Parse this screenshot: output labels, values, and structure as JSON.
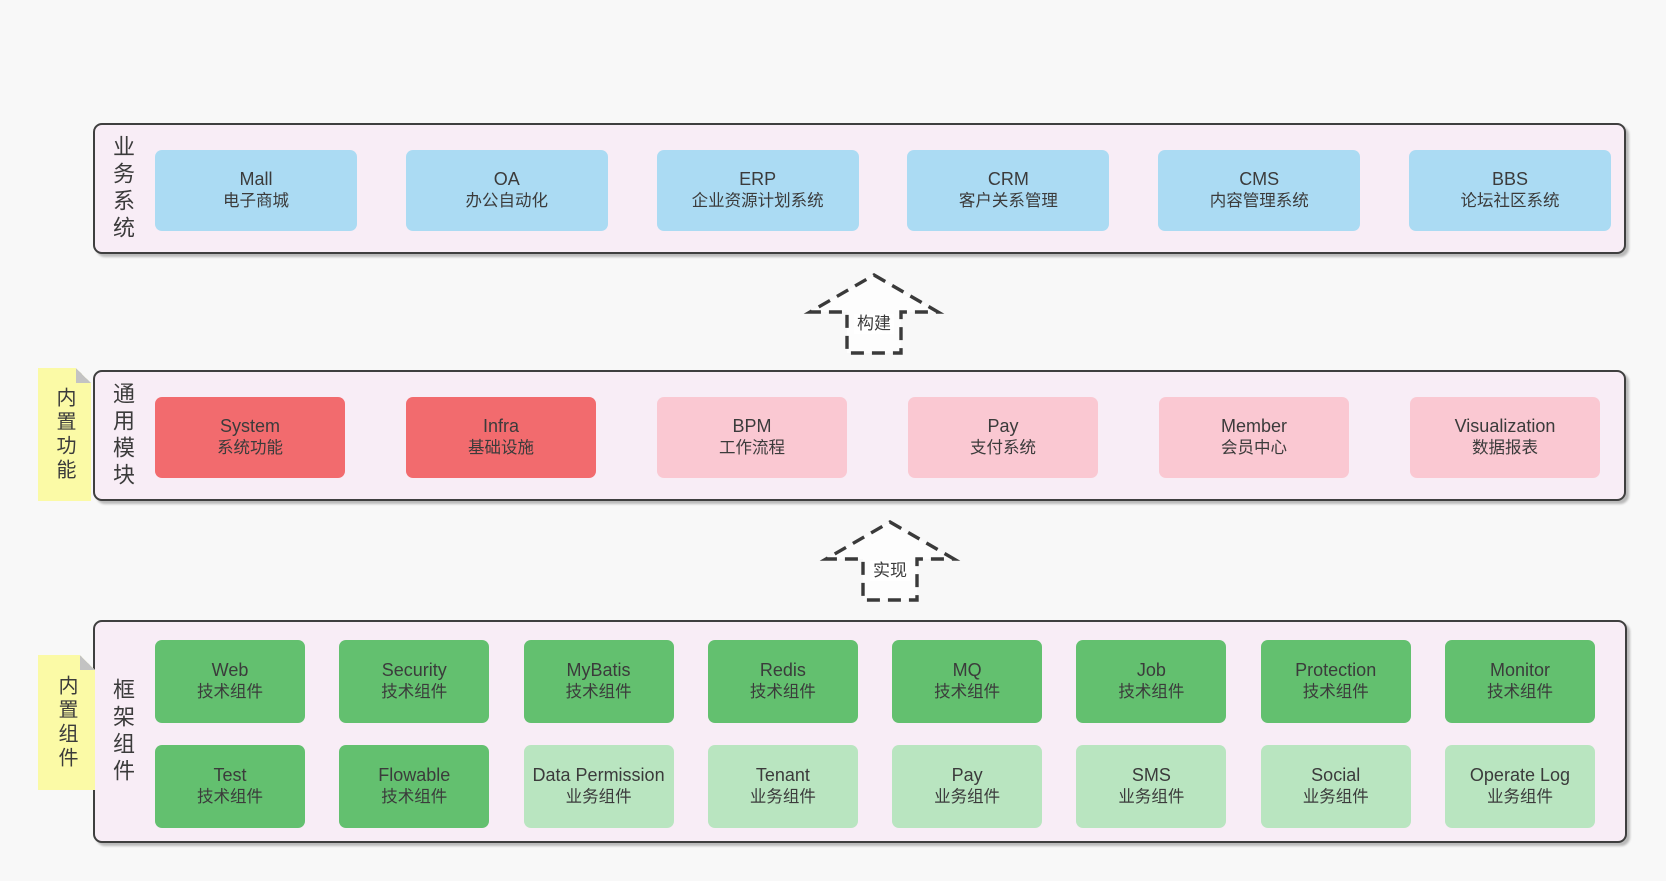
{
  "colors": {
    "page_background": "#f8f8f8",
    "layer_background": "#f8edf6",
    "layer_border": "#3f3f3f",
    "node_blue": "#abdbf3",
    "node_red": "#f26b6e",
    "node_pink": "#fac8d2",
    "node_green": "#63c06f",
    "node_lightgreen": "#b9e5c0",
    "sticky_yellow": "#fbfaa6",
    "text": "#3b3b3b"
  },
  "layers": [
    {
      "id": "business",
      "label": "业务系统",
      "boxes": [
        {
          "name": "Mall",
          "desc": "电子商城",
          "variant": "blue"
        },
        {
          "name": "OA",
          "desc": "办公自动化",
          "variant": "blue"
        },
        {
          "name": "ERP",
          "desc": "企业资源计划系统",
          "variant": "blue"
        },
        {
          "name": "CRM",
          "desc": "客户关系管理",
          "variant": "blue"
        },
        {
          "name": "CMS",
          "desc": "内容管理系统",
          "variant": "blue"
        },
        {
          "name": "BBS",
          "desc": "论坛社区系统",
          "variant": "blue"
        }
      ]
    },
    {
      "id": "modules",
      "label": "通用模块",
      "note": "内置功能",
      "boxes": [
        {
          "name": "System",
          "desc": "系统功能",
          "variant": "red"
        },
        {
          "name": "Infra",
          "desc": "基础设施",
          "variant": "red"
        },
        {
          "name": "BPM",
          "desc": "工作流程",
          "variant": "pink"
        },
        {
          "name": "Pay",
          "desc": "支付系统",
          "variant": "pink"
        },
        {
          "name": "Member",
          "desc": "会员中心",
          "variant": "pink"
        },
        {
          "name": "Visualization",
          "desc": "数据报表",
          "variant": "pink"
        }
      ]
    },
    {
      "id": "framework",
      "label": "框架组件",
      "note": "内置组件",
      "rows": [
        [
          {
            "name": "Web",
            "desc": "技术组件",
            "variant": "green"
          },
          {
            "name": "Security",
            "desc": "技术组件",
            "variant": "green"
          },
          {
            "name": "MyBatis",
            "desc": "技术组件",
            "variant": "green"
          },
          {
            "name": "Redis",
            "desc": "技术组件",
            "variant": "green"
          },
          {
            "name": "MQ",
            "desc": "技术组件",
            "variant": "green"
          },
          {
            "name": "Job",
            "desc": "技术组件",
            "variant": "green"
          },
          {
            "name": "Protection",
            "desc": "技术组件",
            "variant": "green"
          },
          {
            "name": "Monitor",
            "desc": "技术组件",
            "variant": "green"
          }
        ],
        [
          {
            "name": "Test",
            "desc": "技术组件",
            "variant": "green"
          },
          {
            "name": "Flowable",
            "desc": "技术组件",
            "variant": "green"
          },
          {
            "name": "Data Permission",
            "desc": "业务组件",
            "variant": "lightgreen"
          },
          {
            "name": "Tenant",
            "desc": "业务组件",
            "variant": "lightgreen"
          },
          {
            "name": "Pay",
            "desc": "业务组件",
            "variant": "lightgreen"
          },
          {
            "name": "SMS",
            "desc": "业务组件",
            "variant": "lightgreen"
          },
          {
            "name": "Social",
            "desc": "业务组件",
            "variant": "lightgreen"
          },
          {
            "name": "Operate Log",
            "desc": "业务组件",
            "variant": "lightgreen"
          }
        ]
      ]
    }
  ],
  "arrows": [
    {
      "label": "构建"
    },
    {
      "label": "实现"
    }
  ]
}
